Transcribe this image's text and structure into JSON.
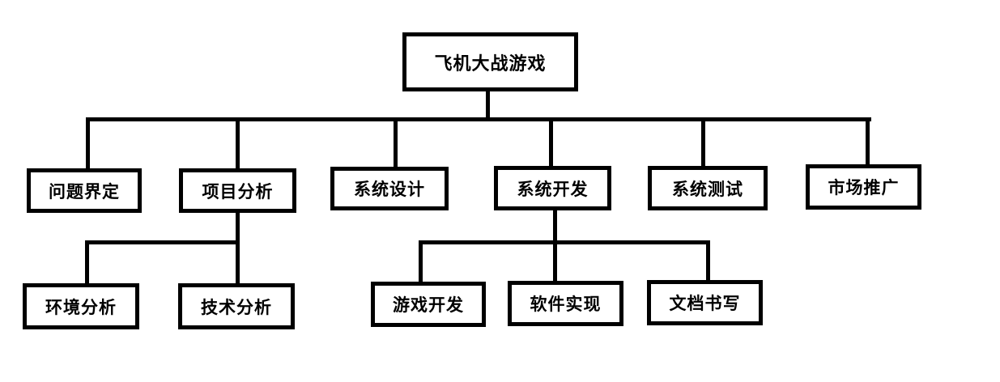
{
  "diagram": {
    "title": "飞机大战游戏",
    "root": {
      "label": "飞机大战游戏"
    },
    "level2": [
      {
        "label": "问题界定",
        "children": []
      },
      {
        "label": "项目分析",
        "children": [
          "环境分析",
          "技术分析"
        ]
      },
      {
        "label": "系统设计",
        "children": []
      },
      {
        "label": "系统开发",
        "children": [
          "游戏开发",
          "软件实现",
          "文档书写"
        ]
      },
      {
        "label": "系统测试",
        "children": []
      },
      {
        "label": "市场推广",
        "children": []
      }
    ]
  },
  "colors": {
    "line": "#000000",
    "box_border": "#000000",
    "box_fill": "#ffffff",
    "background": "#ffffff",
    "text": "#000000"
  }
}
